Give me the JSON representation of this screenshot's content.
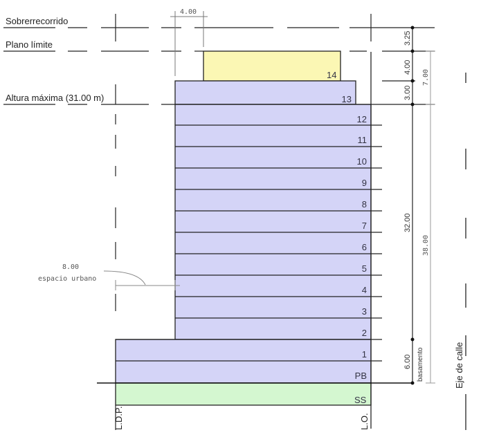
{
  "levels": {
    "sobrerrecorrido": "Sobrerrecorrido",
    "plano_limite": "Plano límite",
    "altura_maxima": "Altura máxima (31.00 m)"
  },
  "floors": [
    "13",
    "12",
    "11",
    "10",
    "9",
    "8",
    "7",
    "6",
    "5",
    "4",
    "3",
    "2",
    "1",
    "PB"
  ],
  "top_floor": "14",
  "basement": "SS",
  "lines": {
    "ldp": "L.D.P.",
    "lo": "L.O.",
    "eje": "Eje de calle"
  },
  "dimensions": {
    "setback_top": "4.00",
    "d325": "3.25",
    "d400": "4.00",
    "d300": "3.00",
    "d3200": "32.00",
    "d600": "6.00",
    "basamento": "basamento",
    "d700": "7.00",
    "d3800": "38.00",
    "urbano_value": "8.00",
    "urbano_label": "espacio urbano"
  },
  "colors": {
    "tower": "#d4d4f7",
    "top": "#fbf7b4",
    "basement": "#d4f7d0"
  }
}
